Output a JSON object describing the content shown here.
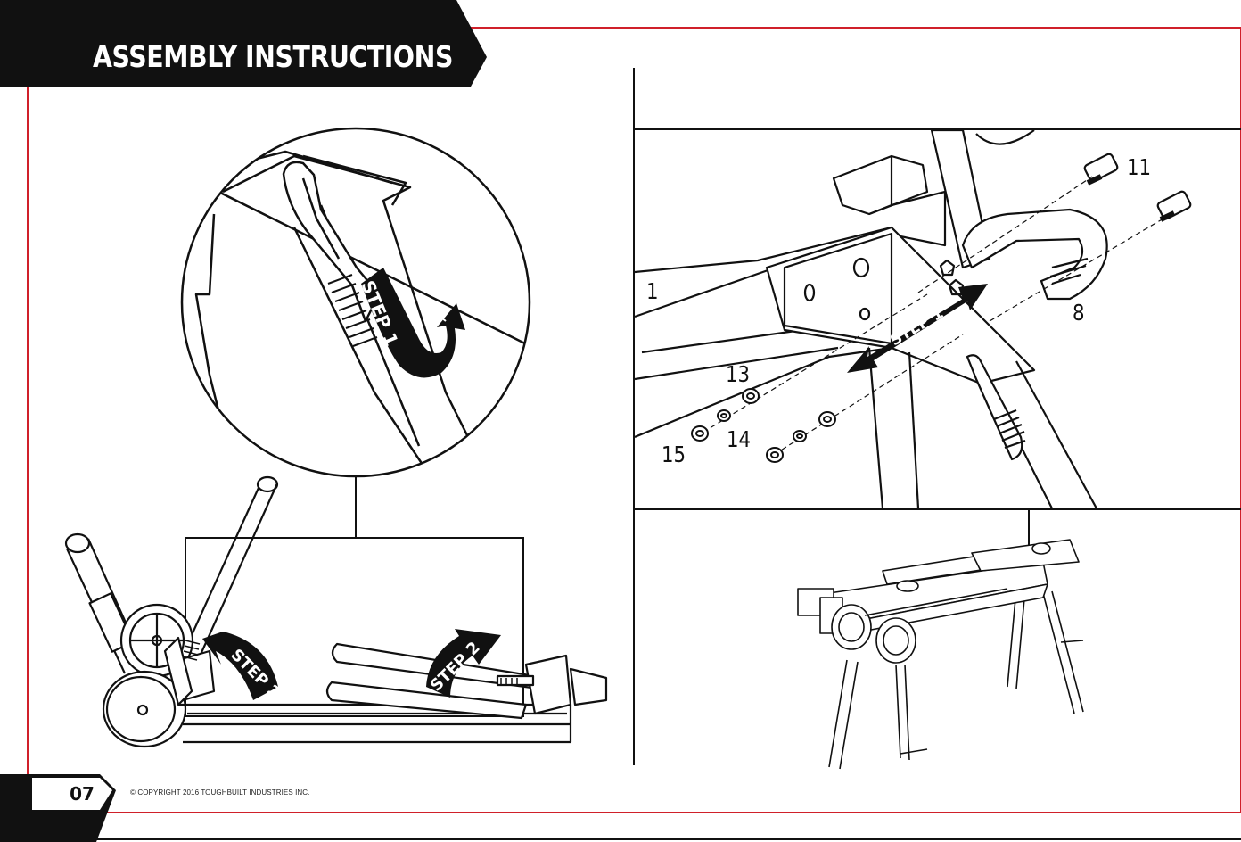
{
  "header": {
    "title": "ASSEMBLY INSTRUCTIONS"
  },
  "footer": {
    "page_number": "07",
    "copyright": "© COPYRIGHT 2016 TOUGHBUILT INDUSTRIES INC."
  },
  "left_figure": {
    "detail_step": "STEP 1",
    "arrow_step_a": "STEP 2",
    "arrow_step_b": "STEP 2"
  },
  "right_figure": {
    "step": "STEP 1",
    "parts": {
      "p1": "1",
      "p8": "8",
      "p11": "11",
      "p13": "13",
      "p14": "14",
      "p15": "15"
    }
  },
  "colors": {
    "border_red": "#d0202a",
    "banner": "#111111",
    "ink": "#111111"
  }
}
